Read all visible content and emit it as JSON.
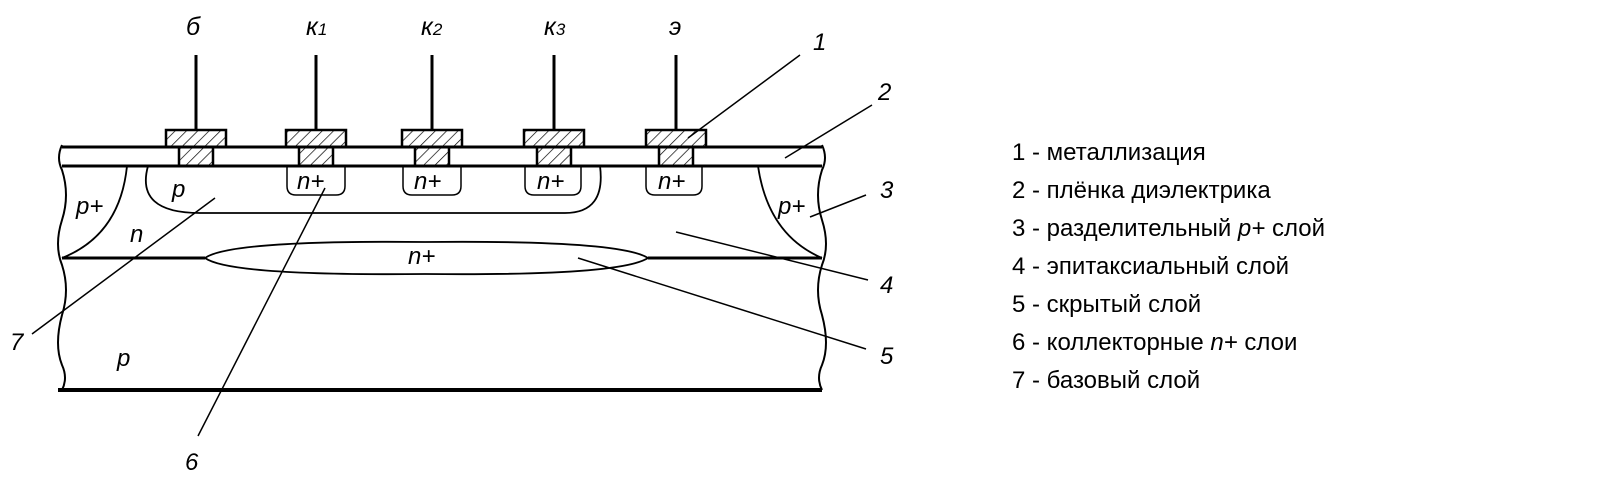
{
  "terminals": [
    {
      "letter": "б",
      "sub": ""
    },
    {
      "letter": "к",
      "sub": "1"
    },
    {
      "letter": "к",
      "sub": "2"
    },
    {
      "letter": "к",
      "sub": "3"
    },
    {
      "letter": "э",
      "sub": ""
    }
  ],
  "regions": {
    "base": "p",
    "collector1": "n+",
    "collector2": "n+",
    "collector3": "n+",
    "emitter": "n+",
    "isolation_left": "p+",
    "isolation_right": "p+",
    "epitaxial": "n",
    "buried": "n+",
    "substrate": "p"
  },
  "callouts": [
    "1",
    "2",
    "3",
    "4",
    "5",
    "6",
    "7"
  ],
  "legend": [
    {
      "pre": "1 - металлизация",
      "ital": "",
      "post": ""
    },
    {
      "pre": "2 - плёнка диэлектрика",
      "ital": "",
      "post": ""
    },
    {
      "pre": "3 - разделительный ",
      "ital": "p+",
      "post": " слой"
    },
    {
      "pre": "4 -  эпитаксиальный слой",
      "ital": "",
      "post": ""
    },
    {
      "pre": "5 - скрытый слой",
      "ital": "",
      "post": ""
    },
    {
      "pre": "6 - коллекторные ",
      "ital": "n+",
      "post": " слои"
    },
    {
      "pre": "7 - базовый слой",
      "ital": "",
      "post": ""
    }
  ]
}
